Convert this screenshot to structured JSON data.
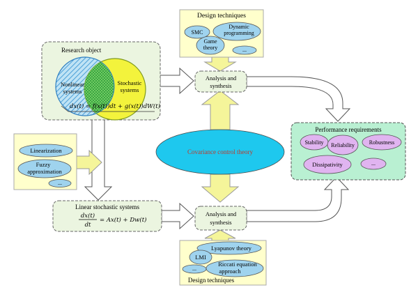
{
  "design_top": {
    "title": "Design techniques",
    "smc": "SMC",
    "dp_line1": "Dynamic",
    "dp_line2": "programming",
    "gt_line1": "Game",
    "gt_line2": "theory",
    "more": "..."
  },
  "research": {
    "title": "Research object",
    "nonlinear_line1": "Nonlinear",
    "nonlinear_line2": "systems",
    "stochastic_line1": "Stochastic",
    "stochastic_line2": "systems",
    "equation": "dx(t) = f(x(t))dt + g(x(t))dW(t)"
  },
  "analysis_top": {
    "line1": "Analysis and",
    "line2": "synthesis"
  },
  "analysis_bottom": {
    "line1": "Analysis and",
    "line2": "synthesis"
  },
  "covariance": "Covariance control theory",
  "left_tools": {
    "linearization": "Linearization",
    "fuzzy_line1": "Fuzzy",
    "fuzzy_line2": "approximation",
    "more": "..."
  },
  "linear": {
    "title": "Linear stochastic systems",
    "eq_num": "dx(t)",
    "eq_den": "dt",
    "eq_rhs": "= Ax(t) + Dw(t)"
  },
  "performance": {
    "title": "Performance requirements",
    "stability": "Stability",
    "reliability": "Reliability",
    "robustness": "Robustness",
    "dissipativity": "Dissipativity",
    "more": "..."
  },
  "design_bottom": {
    "title": "Design techniques",
    "lyapunov": "Lyapunov theory",
    "lmi": "LMI",
    "riccati_line1": "Riccati equation",
    "riccati_line2": "approach",
    "more": "..."
  },
  "colors": {
    "yellow_box": "#ffffcc",
    "green_box": "#ebf5e0",
    "mint_box": "#b9f0d2",
    "blue_ellipse": "#9fd3ee",
    "cyan_ellipse": "#1ec8ee",
    "purple_ellipse": "#e0b4f0",
    "arrow_yellow": "#f5f59a",
    "title_red": "#c0392b"
  }
}
